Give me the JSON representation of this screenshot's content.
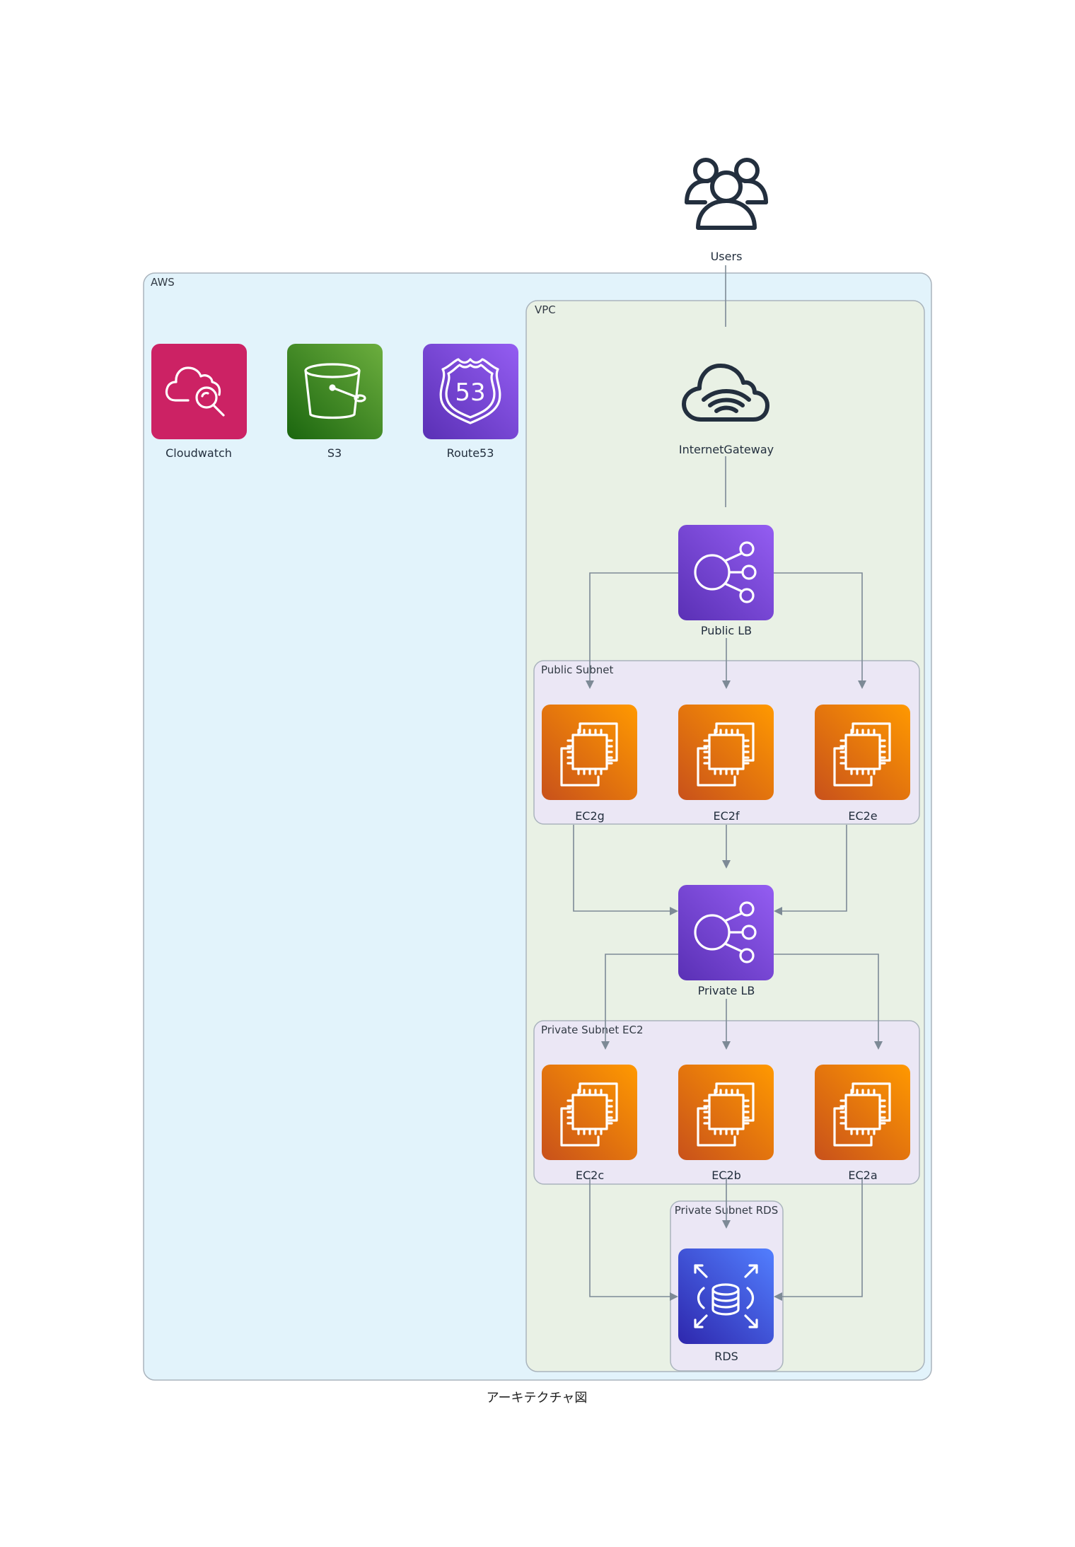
{
  "caption": "アーキテクチャ図",
  "groups": {
    "aws": {
      "label": "AWS",
      "fill": "#e2f3fb"
    },
    "vpc": {
      "label": "VPC",
      "fill": "#e9f1e5"
    },
    "public_subnet": {
      "label": "Public Subnet",
      "fill": "#ebe7f5"
    },
    "private_subnet_ec2": {
      "label": "Private Subnet EC2",
      "fill": "#ebe7f5"
    },
    "private_subnet_rds": {
      "label": "Private Subnet RDS",
      "fill": "#ebe7f5"
    }
  },
  "nodes": {
    "users": {
      "label": "Users",
      "icon": "users-icon"
    },
    "cloudwatch": {
      "label": "Cloudwatch",
      "icon": "cloudwatch-icon",
      "color": "#cc2264"
    },
    "s3": {
      "label": "S3",
      "icon": "s3-bucket-icon",
      "color": "#3f8624"
    },
    "route53": {
      "label": "Route53",
      "icon": "route53-shield-icon",
      "badge": "53",
      "color": "#8c4fff"
    },
    "internet_gateway": {
      "label": "InternetGateway",
      "icon": "internet-gateway-cloud-icon"
    },
    "public_lb": {
      "label": "Public LB",
      "icon": "load-balancer-icon",
      "color": "#8c4fff"
    },
    "ec2g": {
      "label": "EC2g",
      "icon": "ec2-instance-icon",
      "color": "#ed7100"
    },
    "ec2f": {
      "label": "EC2f",
      "icon": "ec2-instance-icon",
      "color": "#ed7100"
    },
    "ec2e": {
      "label": "EC2e",
      "icon": "ec2-instance-icon",
      "color": "#ed7100"
    },
    "private_lb": {
      "label": "Private LB",
      "icon": "load-balancer-icon",
      "color": "#8c4fff"
    },
    "ec2c": {
      "label": "EC2c",
      "icon": "ec2-instance-icon",
      "color": "#ed7100"
    },
    "ec2b": {
      "label": "EC2b",
      "icon": "ec2-instance-icon",
      "color": "#ed7100"
    },
    "ec2a": {
      "label": "EC2a",
      "icon": "ec2-instance-icon",
      "color": "#ed7100"
    },
    "rds": {
      "label": "RDS",
      "icon": "rds-database-icon",
      "color": "#3b48cc"
    }
  },
  "edges": [
    {
      "from": "Users",
      "to": "InternetGateway",
      "arrow": false
    },
    {
      "from": "InternetGateway",
      "to": "Public LB",
      "arrow": false
    },
    {
      "from": "Public LB",
      "to": "EC2g",
      "arrow": true
    },
    {
      "from": "Public LB",
      "to": "EC2f",
      "arrow": true
    },
    {
      "from": "Public LB",
      "to": "EC2e",
      "arrow": true
    },
    {
      "from": "EC2g",
      "to": "Private LB",
      "arrow": true
    },
    {
      "from": "EC2f",
      "to": "Private LB",
      "arrow": true
    },
    {
      "from": "EC2e",
      "to": "Private LB",
      "arrow": true
    },
    {
      "from": "Private LB",
      "to": "EC2c",
      "arrow": true
    },
    {
      "from": "Private LB",
      "to": "EC2b",
      "arrow": true
    },
    {
      "from": "Private LB",
      "to": "EC2a",
      "arrow": true
    },
    {
      "from": "EC2c",
      "to": "RDS",
      "arrow": true
    },
    {
      "from": "EC2b",
      "to": "RDS",
      "arrow": true
    },
    {
      "from": "EC2a",
      "to": "RDS",
      "arrow": true
    }
  ]
}
